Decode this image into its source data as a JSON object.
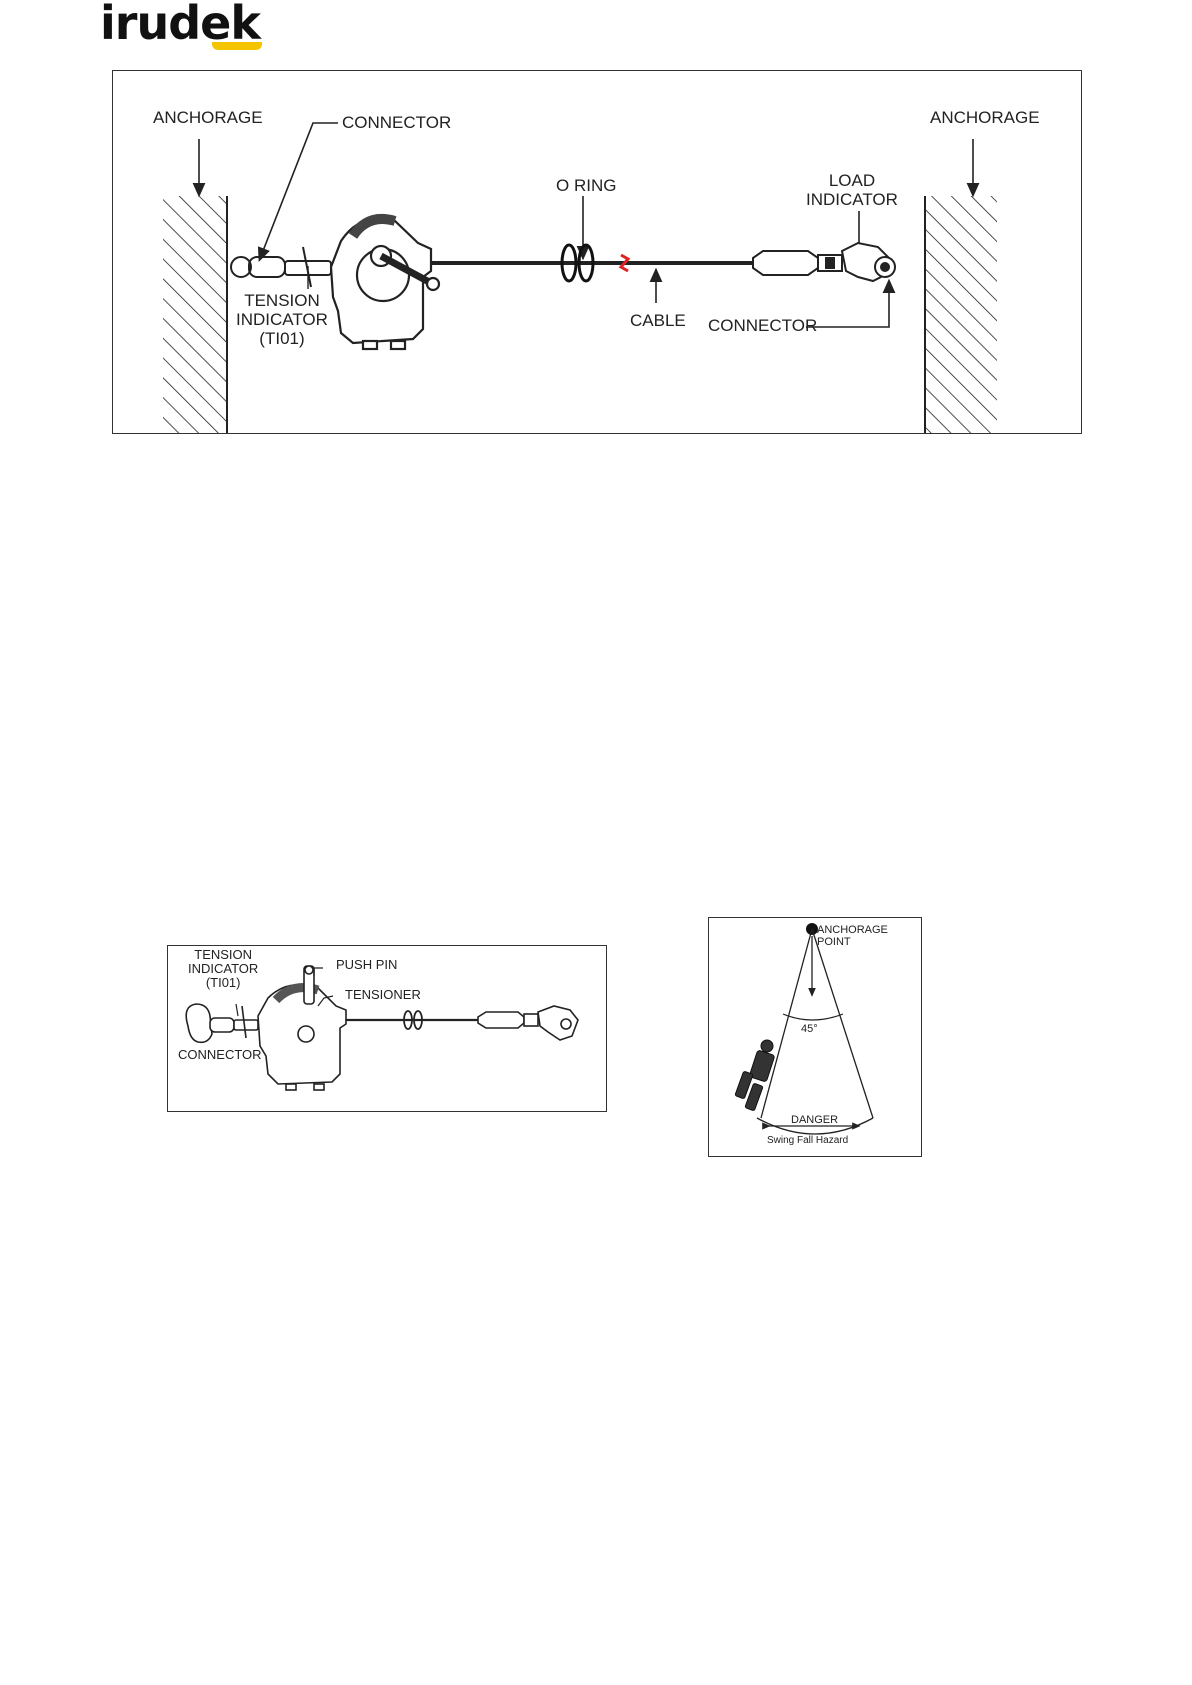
{
  "brand": {
    "name": "irudek",
    "accent": "#f5c400"
  },
  "figure1": {
    "labels": {
      "anchorage_left": "ANCHORAGE",
      "connector_top": "CONNECTOR",
      "o_ring": "O RING",
      "load_indicator": "LOAD\nINDICATOR",
      "anchorage_right": "ANCHORAGE",
      "tension_indicator": "TENSION\nINDICATOR\n(TI01)",
      "cable": "CABLE",
      "connector_bottom": "CONNECTOR"
    }
  },
  "figure2": {
    "labels": {
      "tension_indicator": "TENSION\nINDICATOR\n(TI01)",
      "push_pin": "PUSH PIN",
      "tensioner": "TENSIONER",
      "connector": "CONNECTOR"
    }
  },
  "figure3": {
    "labels": {
      "anchorage_point": "ANCHORAGE\nPOINT",
      "angle": "45°",
      "danger": "DANGER",
      "caption": "Swing Fall Hazard"
    }
  }
}
